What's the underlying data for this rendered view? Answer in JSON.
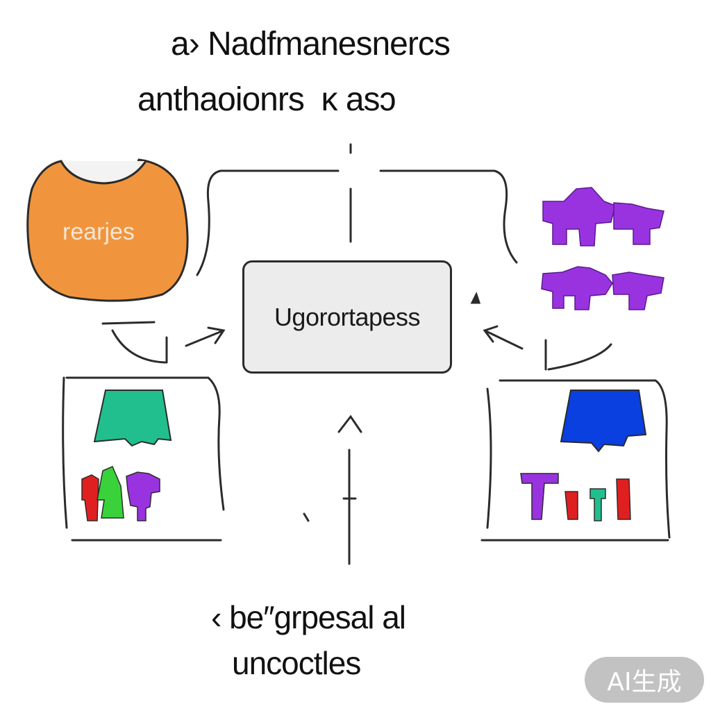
{
  "title": {
    "line1": "a› Nadfmanesnercs",
    "line2": "anthaoionrs  ĸ asɔ"
  },
  "center_node": {
    "label": "Ugorortapess"
  },
  "left_top_node": {
    "label": "rearjes",
    "color": "#f0953e"
  },
  "left_bottom_node": {
    "panel_color": "#21bf8e",
    "icons": [
      "clothing-red-icon",
      "clothing-green-icon",
      "clothing-purple-icon"
    ]
  },
  "right_top_node": {
    "icons": [
      "clothing-purple-icon",
      "clothing-purple-icon"
    ],
    "color": "#9933e0"
  },
  "right_bottom_node": {
    "panel_color": "#0a3fe0",
    "icons": [
      "letter-t-purple-icon",
      "clothing-red-icon",
      "clothing-teal-icon",
      "clothing-red-icon"
    ]
  },
  "caption": {
    "line1": "‹ be″grpesal al",
    "line2": "uncoctles"
  },
  "watermark": {
    "label": "AI生成"
  },
  "colors": {
    "stroke": "#2b2b2b",
    "orange": "#f0953e",
    "purple": "#9933e0",
    "teal": "#21bf8e",
    "blue": "#0a3fe0",
    "red": "#e02020",
    "green": "#3ad23a"
  }
}
